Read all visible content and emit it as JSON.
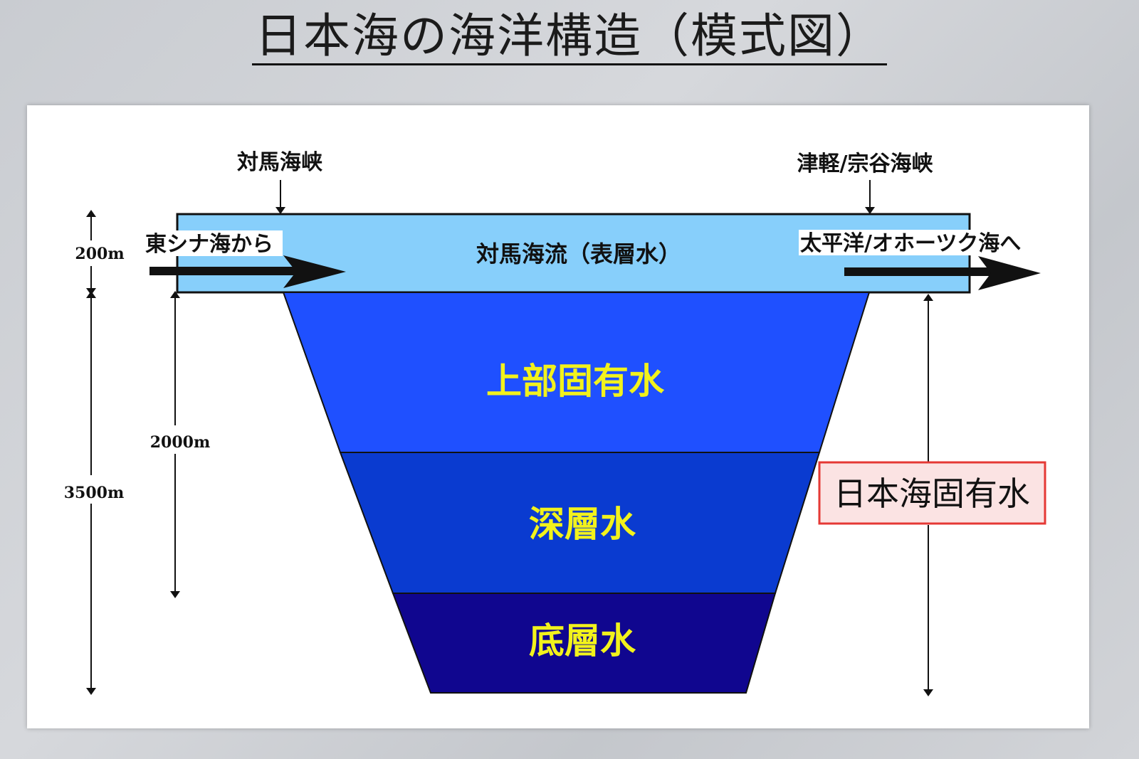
{
  "title": "日本海の海洋構造（模式図）",
  "labels": {
    "strait_left": "対馬海峡",
    "strait_right": "津軽/宗谷海峡",
    "inflow": "東シナ海から",
    "outflow": "太平洋/オホーツク海へ",
    "surface_current": "対馬海流（表層水）",
    "intrinsic_water": "日本海固有水"
  },
  "depths": {
    "surface": "200m",
    "mid": "2000m",
    "bottom": "3500m"
  },
  "layers": [
    {
      "name": "上部固有水",
      "color": "#1f50ff"
    },
    {
      "name": "深層水",
      "color": "#0a3bd0"
    },
    {
      "name": "底層水",
      "color": "#10068f"
    }
  ],
  "colors": {
    "surface_water": "#87cffb",
    "layer_text": "#f2f21c",
    "highlight_border": "#e53935",
    "highlight_fill": "#fbe3e3"
  }
}
